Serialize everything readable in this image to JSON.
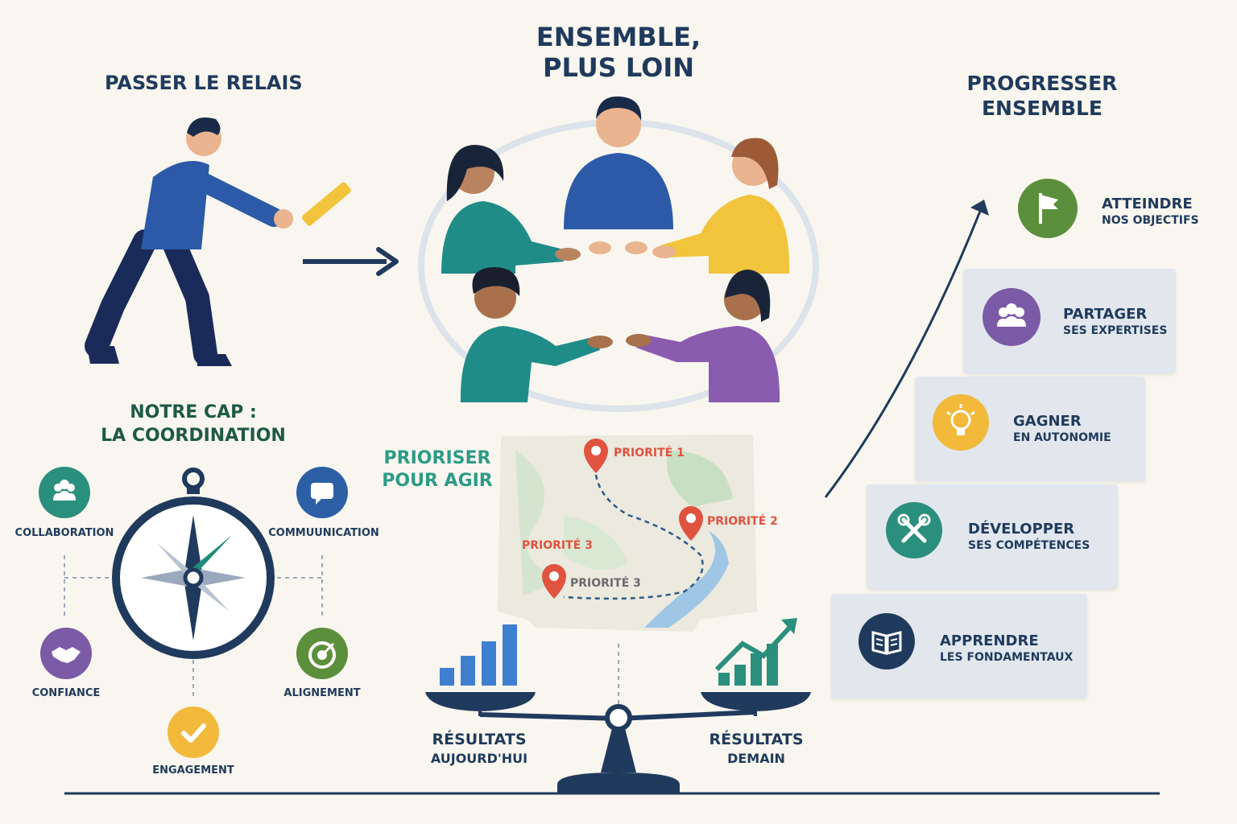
{
  "headings": {
    "relay": "PASSER LE RELAIS",
    "together_line1": "ENSEMBLE,",
    "together_line2": "PLUS LOIN",
    "progress_line1": "PROGRESSER",
    "progress_line2": "ENSEMBLE",
    "cap_line1": "NOTRE CAP :",
    "cap_line2": "LA COORDINATION",
    "prioritize_line1": "PRIORISER",
    "prioritize_line2": "POUR AGIR"
  },
  "compass_items": [
    {
      "label": "COLLABORATION",
      "icon": "team-icon",
      "color": "#2a8f7d"
    },
    {
      "label": "COMMUUNICATION",
      "icon": "chat-icon",
      "color": "#2c5fa6"
    },
    {
      "label": "CONFIANCE",
      "icon": "handshake-icon",
      "color": "#7b5aa6"
    },
    {
      "label": "ALIGNEMENT",
      "icon": "target-icon",
      "color": "#5c8f3c"
    },
    {
      "label": "ENGAGEMENT",
      "icon": "check-icon",
      "color": "#f2b93b"
    }
  ],
  "map": {
    "p1": "PRIORITÉ 1",
    "p2": "PRIORITÉ 2",
    "p3_red": "PRIORITÉ 3",
    "p3_grey": "PRIORITÉ 3"
  },
  "balance": {
    "left_line1": "RÉSULTATS",
    "left_line2": "AUJOURD'HUI",
    "right_line1": "RÉSULTATS",
    "right_line2": "DEMAIN"
  },
  "staircase": [
    {
      "line1": "APPRENDRE",
      "line2": "LES FONDAMENTAUX",
      "icon": "book-icon",
      "color": "#1f3a5c"
    },
    {
      "line1": "DÉVELOPPER",
      "line2": "SES COMPÉTENCES",
      "icon": "tools-icon",
      "color": "#2a8f7d"
    },
    {
      "line1": "GAGNER",
      "line2": "EN AUTONOMIE",
      "icon": "lightbulb-icon",
      "color": "#f2b93b"
    },
    {
      "line1": "PARTAGER",
      "line2": "SES EXPERTISES",
      "icon": "team-icon",
      "color": "#7b5aa6"
    },
    {
      "line1": "ATTEINDRE",
      "line2": "NOS OBJECTIFS",
      "icon": "flag-icon",
      "color": "#5c8f3c"
    }
  ]
}
